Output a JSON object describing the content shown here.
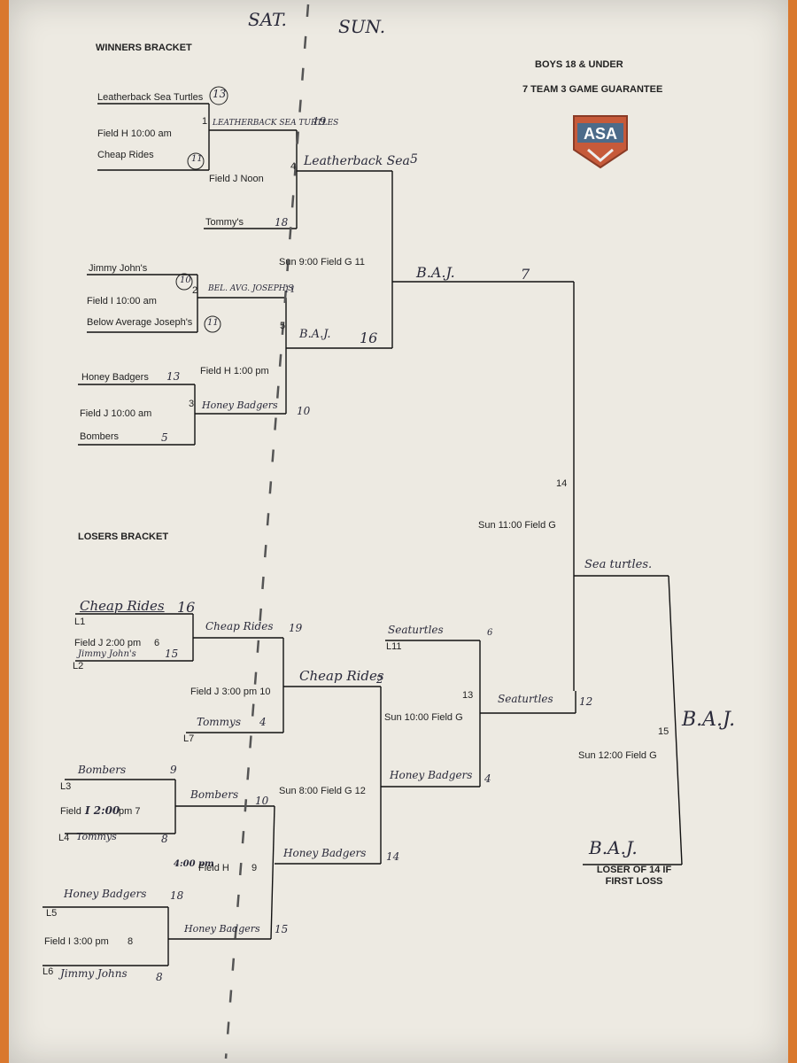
{
  "header": {
    "sat": "SAT.",
    "sun": "SUN.",
    "title": "BOYS 18 & UNDER",
    "subtitle": "7 TEAM 3 GAME GUARANTEE",
    "logo_text": "ASA"
  },
  "winners": {
    "heading": "WINNERS BRACKET",
    "g1": {
      "num": "1",
      "team_a": "Leatherback Sea Turtles",
      "score_a": "13",
      "info": "Field H 10:00 am",
      "team_b": "Cheap Rides",
      "score_b": "11",
      "winner": "LEATHERBACK SEA TURTLES",
      "winner_score": "19"
    },
    "g4": {
      "num": "4",
      "info": "Field J Noon",
      "team_b": "Tommy's",
      "score_b": "18",
      "winner": "Leatherback Sea",
      "winner_score": "5"
    },
    "g2": {
      "num": "2",
      "team_a": "Jimmy John's",
      "score_a": "10",
      "info": "Field I 10:00 am",
      "team_b": "Below Average Joseph's",
      "score_b": "11",
      "winner": "BEL. AVG. JOSEPH'S",
      "winner_score": "11"
    },
    "g5": {
      "num": "5",
      "info": "Field H 1:00 pm",
      "winner": "B.A.J.",
      "winner_score": "16"
    },
    "g3": {
      "num": "3",
      "team_a": "Honey Badgers",
      "score_a": "13",
      "info": "Field J 10:00 am",
      "team_b": "Bombers",
      "score_b": "5",
      "winner": "Honey Badgers",
      "winner_score": "10"
    },
    "g11": {
      "info": "Sun 9:00 Field G 11",
      "winner": "B.A.J.",
      "winner_score": "7"
    },
    "g14": {
      "num": "14",
      "info": "Sun 11:00 Field G",
      "winner": "Sea turtles."
    }
  },
  "losers": {
    "heading": "LOSERS BRACKET",
    "g6": {
      "a_slot": "L1",
      "team_a": "Cheap Rides",
      "score_a": "16",
      "info": "Field J 2:00 pm",
      "num": "6",
      "b_slot": "L2",
      "team_b": "Jimmy John's",
      "score_b": "15",
      "winner": "Cheap Rides",
      "winner_score": "19"
    },
    "g10": {
      "info": "Field J 3:00 pm 10",
      "b_slot": "L7",
      "team_b": "Tommys",
      "score_b": "4",
      "winner": "Cheap Rides",
      "winner_score": "2"
    },
    "g7": {
      "a_slot": "L3",
      "team_a": "Bombers",
      "score_a": "9",
      "info_prefix": "Field",
      "info_hw": "I 2:00",
      "info_suffix": "pm 7",
      "b_slot": "L4",
      "team_b": "Tommys",
      "score_b": "8",
      "winner": "Bombers",
      "winner_score": "10"
    },
    "g9": {
      "info_hw": "4:00 pm",
      "info": "Field H",
      "num": "9",
      "winner": "Honey Badgers",
      "winner_score": "14"
    },
    "g8": {
      "a_slot": "L5",
      "team_a": "Honey Badgers",
      "score_a": "18",
      "info": "Field I 3:00 pm",
      "num": "8",
      "b_slot": "L6",
      "team_b": "Jimmy Johns",
      "score_b": "8",
      "winner": "Honey Badgers",
      "winner_score": "15"
    },
    "g12": {
      "info": "Sun 8:00 Field G 12"
    },
    "g13": {
      "num": "13",
      "a_slot": "L11",
      "team_a": "Seaturtles",
      "score_a": "6",
      "info": "Sun 10:00 Field G",
      "team_b": "Honey Badgers",
      "score_b": "4",
      "winner": "Seaturtles",
      "winner_score": "12"
    },
    "g15": {
      "num": "15",
      "info": "Sun 12:00 Field G",
      "winner": "B.A.J.",
      "loser_team": "B.A.J.",
      "loser_note": "LOSER OF 14 IF FIRST LOSS"
    }
  }
}
